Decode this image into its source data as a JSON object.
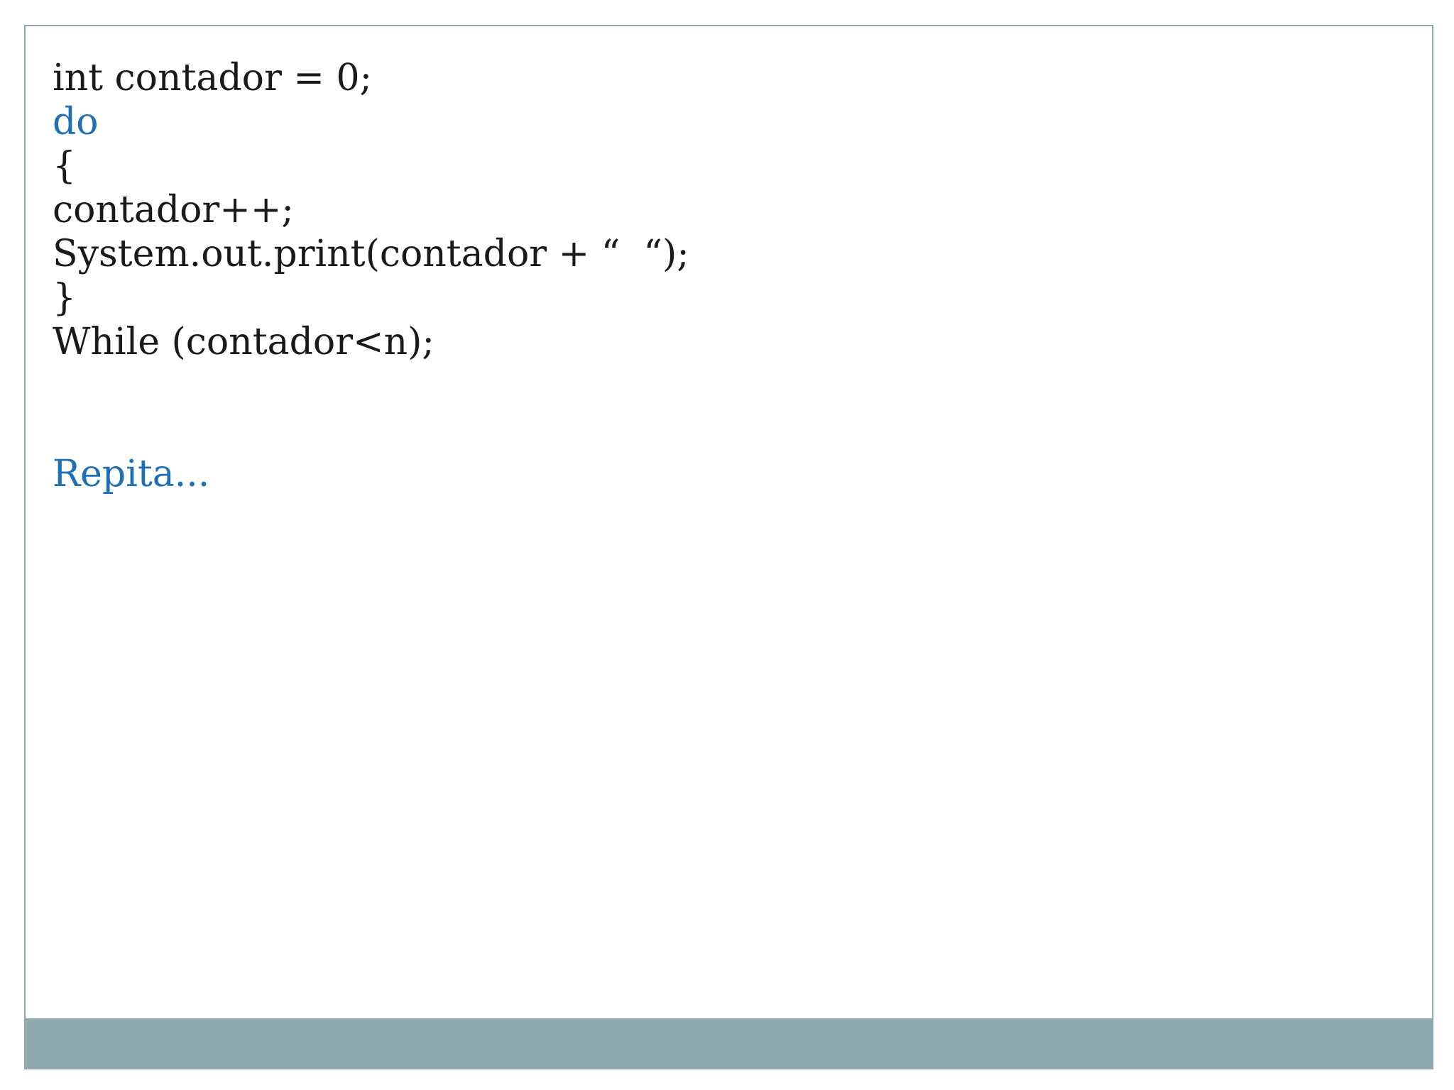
{
  "slide": {
    "code_lines": [
      "int contador = 0;",
      "do",
      "{",
      "contador++;",
      "System.out.print(contador + “  “);",
      "}",
      "While (contador<n);"
    ],
    "note": "Repita..."
  },
  "colors": {
    "text": "#1a1a1a",
    "keyword": "#1e6fb3",
    "frame": "#8eaaae"
  }
}
